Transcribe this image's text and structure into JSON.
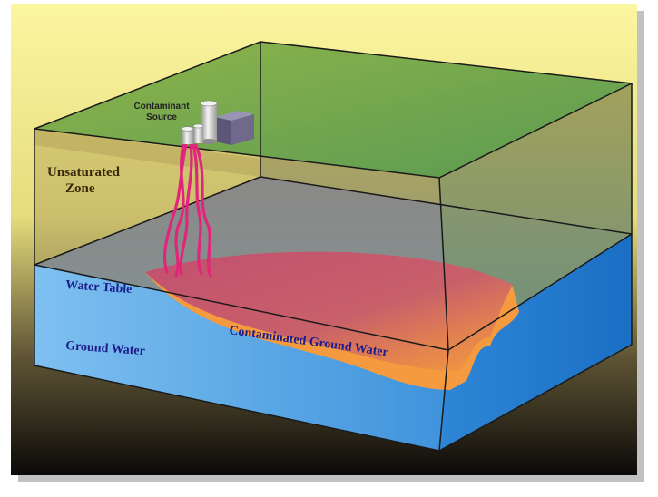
{
  "labels": {
    "contaminant_source_line1": "Contaminant",
    "contaminant_source_line2": "Source",
    "unsaturated_zone_line1": "Unsaturated",
    "unsaturated_zone_line2": "Zone",
    "water_table": "Water Table",
    "ground_water": "Ground Water",
    "contaminated_ground_water": "Contaminated Ground Water"
  },
  "colors": {
    "ground_surface": "#6ea64a",
    "unsaturated_zone": "#b9a856",
    "saturated_zone": "#56a3e3",
    "plume": "#c2506f",
    "plume_edge": "#f59a3e",
    "leak_streaks": "#e0257a",
    "label_blue": "#1c1c8a",
    "label_dark": "#3a2808"
  }
}
